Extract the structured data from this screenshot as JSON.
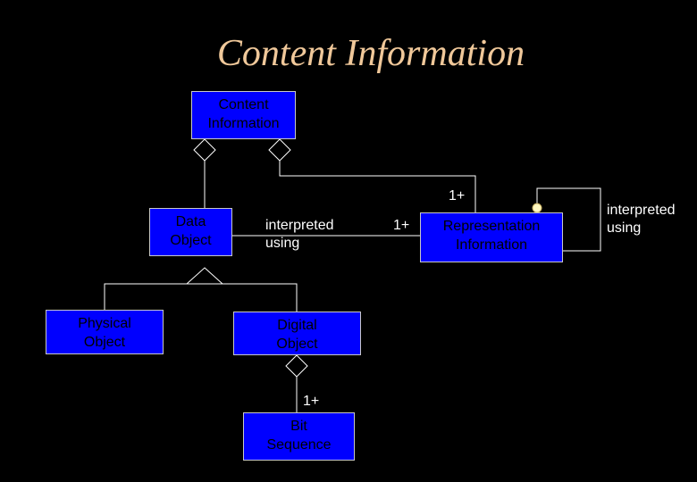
{
  "title": "Content Information",
  "colors": {
    "background": "#000000",
    "title": "#f0c89a",
    "box_fill": "#0000ff",
    "box_border": "#c8c8c8",
    "box_text": "#000000",
    "lines": "#ffffff",
    "dot": "#fff8c0"
  },
  "boxes": {
    "content_information": [
      "Content",
      "Information"
    ],
    "data_object": [
      "Data",
      "Object"
    ],
    "representation_information": [
      "Representation",
      "Information"
    ],
    "physical_object": [
      "Physical",
      "Object"
    ],
    "digital_object": [
      "Digital",
      "Object"
    ],
    "bit_sequence": [
      "Bit",
      "Sequence"
    ]
  },
  "labels": {
    "interpreted_using_center": [
      "interpreted",
      "using"
    ],
    "interpreted_using_right": [
      "interpreted",
      "using"
    ],
    "mult_rep_top": "1+",
    "mult_rep_left": "1+",
    "mult_bit": "1+"
  }
}
